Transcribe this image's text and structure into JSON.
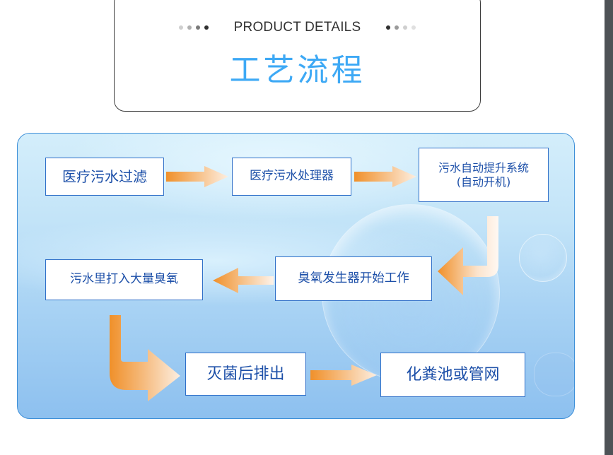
{
  "header": {
    "subtitle": "PRODUCT DETAILS",
    "title": "工艺流程",
    "left_dots": [
      "#cfcfcf",
      "#b0b0b0",
      "#7a7a7a",
      "#303030"
    ],
    "right_dots": [
      "#303030",
      "#9a9a9a",
      "#cfcfcf",
      "#e0e0e0"
    ],
    "title_color": "#3ea9f5"
  },
  "flow": {
    "steps": [
      {
        "id": 1,
        "label": "医疗污水过滤"
      },
      {
        "id": 2,
        "label": "医疗污水处理器"
      },
      {
        "id": 3,
        "label": "污水自动提升系统",
        "sub": "(自动开机)"
      },
      {
        "id": 4,
        "label": "臭氧发生器开始工作"
      },
      {
        "id": 5,
        "label": "污水里打入大量臭氧"
      },
      {
        "id": 6,
        "label": "灭菌后排出"
      },
      {
        "id": 7,
        "label": "化粪池或管网"
      }
    ],
    "connections": [
      {
        "from": 1,
        "to": 2,
        "direction": "right"
      },
      {
        "from": 2,
        "to": 3,
        "direction": "right"
      },
      {
        "from": 3,
        "to": 4,
        "direction": "down-left"
      },
      {
        "from": 4,
        "to": 5,
        "direction": "left"
      },
      {
        "from": 5,
        "to": 6,
        "direction": "down-right"
      },
      {
        "from": 6,
        "to": 7,
        "direction": "right"
      }
    ],
    "colors": {
      "box_text": "#1c4fa8",
      "box_border": "#2f6fc8",
      "arrow_start": "#f0902a",
      "arrow_end": "#fdeee0",
      "panel_border": "#3d8fd8"
    }
  }
}
